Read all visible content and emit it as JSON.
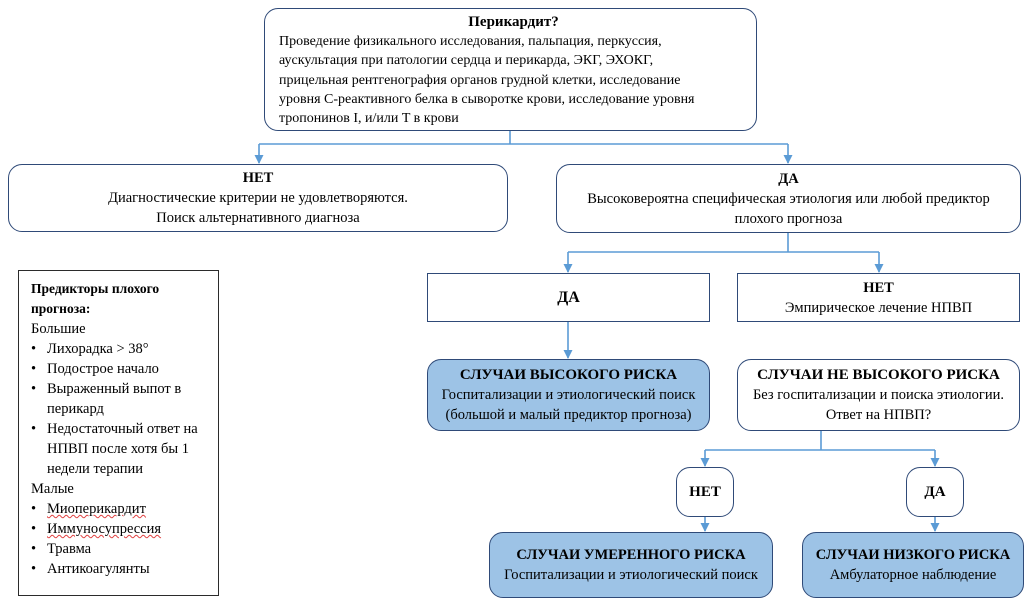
{
  "top_box": {
    "title": "Перикардит?",
    "lines": [
      "Проведение физикального исследования, пальпация, перкуссия,",
      "аускультация при патологии сердца и перикарда, ЭКГ, ЭХОКГ,",
      "прицельная рентгенография органов грудной клетки, исследование",
      "уровня С-реактивного белка в сыворотке крови, исследование уровня",
      "тропонинов I, и/или T  в крови"
    ]
  },
  "no_box": {
    "title": "НЕТ",
    "line1": "Диагностические критерии не удовлетворяются.",
    "line2": "Поиск альтернативного диагноза"
  },
  "yes_box": {
    "title": "ДА",
    "line1": "Высоковероятна специфическая этиология или любой предиктор",
    "line2": "плохого прогноза"
  },
  "yes2_box": {
    "title": "ДА"
  },
  "no2_box": {
    "title": "НЕТ",
    "line1": "Эмпирическое лечение НПВП"
  },
  "high_risk": {
    "title": "СЛУЧАИ ВЫСОКОГО РИСКА",
    "line1": "Госпитализации и этиологический поиск",
    "line2": "(большой и малый предиктор прогноза)"
  },
  "not_high_risk": {
    "title": "СЛУЧАИ НЕ ВЫСОКОГО РИСКА",
    "line1": "Без госпитализации и поиска этиологии.",
    "line2": "Ответ на НПВП?"
  },
  "no3_box": {
    "title": "НЕТ"
  },
  "yes3_box": {
    "title": "ДА"
  },
  "moderate_risk": {
    "title": "СЛУЧАИ УМЕРЕННОГО РИСКА",
    "line1": "Госпитализации и этиологический поиск"
  },
  "low_risk": {
    "title": "СЛУЧАИ НИЗКОГО РИСКА",
    "line1": "Амбулаторное наблюдение"
  },
  "predictors": {
    "title_line1": "Предикторы плохого",
    "title_line2": "прогноза:",
    "major_label": "Большие",
    "major": [
      "Лихорадка > 38°",
      "Подострое начало",
      "Выраженный выпот в перикард",
      "Недостаточный ответ на НПВП после хотя бы 1 недели терапии"
    ],
    "minor_label": "Малые",
    "minor": [
      "Миоперикардит",
      "Иммуносупрессия",
      "Травма",
      "Антикоагулянты"
    ]
  },
  "colors": {
    "border": "#2f4a78",
    "arrow": "#5b9bd5",
    "risk_fill": "#9dc3e6"
  }
}
